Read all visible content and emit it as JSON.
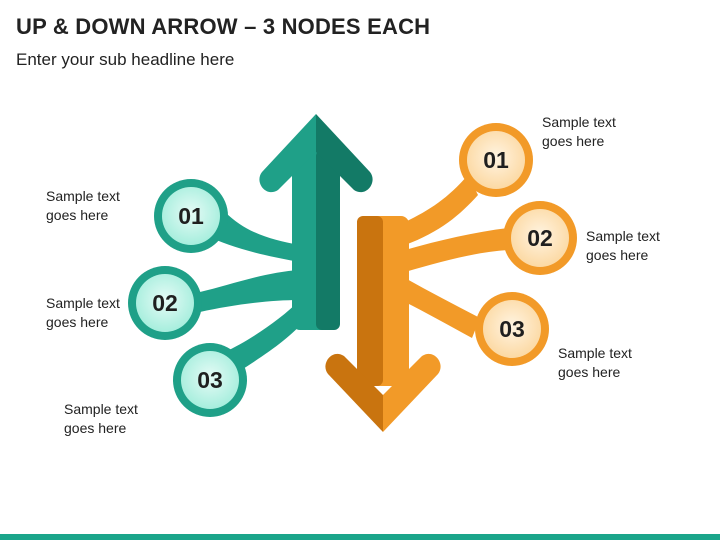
{
  "header": {
    "title": "UP & DOWN ARROW – 3 NODES EACH",
    "subtitle": "Enter your sub headline here"
  },
  "colors": {
    "up_arrow": "#1fa088",
    "up_arrow_dark": "#137a66",
    "node_teal_fill": "#b7f2e6",
    "down_arrow": "#f29a28",
    "down_arrow_dark": "#c9740f",
    "node_orange_fill": "#fde2b6",
    "footer": "#1aa58a"
  },
  "up_arrow_nodes": [
    {
      "number": "01",
      "text": "Sample text\ngoes here"
    },
    {
      "number": "02",
      "text": "Sample text\ngoes here"
    },
    {
      "number": "03",
      "text": "Sample text\ngoes here"
    }
  ],
  "down_arrow_nodes": [
    {
      "number": "01",
      "text": "Sample text\ngoes here"
    },
    {
      "number": "02",
      "text": "Sample text\ngoes here"
    },
    {
      "number": "03",
      "text": "Sample text\ngoes here"
    }
  ]
}
